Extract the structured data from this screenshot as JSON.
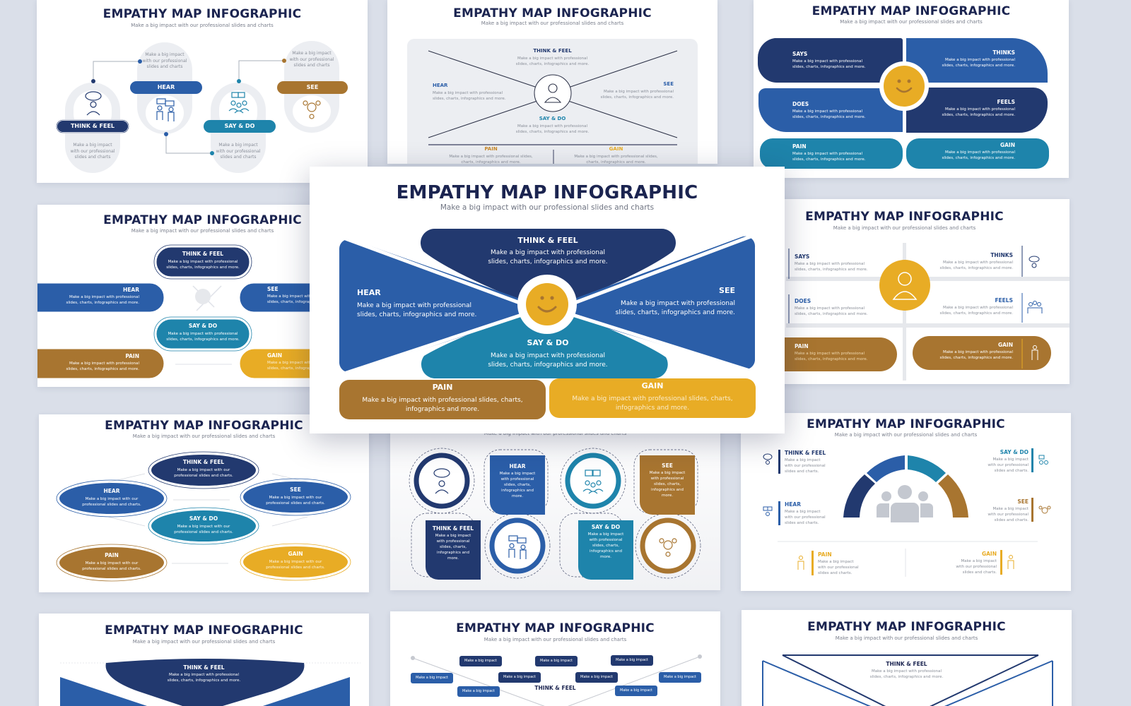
{
  "colors": {
    "navy": "#22396f",
    "blue": "#2b5ea8",
    "teal": "#1e84ab",
    "brown": "#a87530",
    "gold": "#e8ac25",
    "title": "#1b2450",
    "background": "#dadfe9",
    "panel": "#eceef2"
  },
  "common": {
    "title": "EMPATHY MAP INFOGRAPHIC",
    "subtitle": "Make a big impact with our professional slides and charts"
  },
  "slide1": {
    "think_feel": "THINK & FEEL",
    "hear": "HEAR",
    "say_do": "SAY & DO",
    "see": "SEE",
    "body_l1": "Make a big impact",
    "body_l2": "with our professional",
    "body_l3": "slides and charts"
  },
  "slide2": {
    "think_feel": "THINK & FEEL",
    "hear": "HEAR",
    "see": "SEE",
    "say_do": "SAY & DO",
    "pain": "PAIN",
    "gain": "GAIN",
    "body_l1": "Make a big impact with professional",
    "body_l2": "slides, charts, infographics and more.",
    "body_wide_l1": "Make a big impact with professional slides,",
    "body_wide_l2": "charts, infographics and more."
  },
  "slide3": {
    "says": "SAYS",
    "thinks": "THINKS",
    "does": "DOES",
    "feels": "FEELS",
    "pain": "PAIN",
    "gain": "GAIN",
    "body_l1": "Make a big impact with professional",
    "body_l2": "slides, charts, infographics and more."
  },
  "slide4": {
    "think_feel": "THINK & FEEL",
    "hear": "HEAR",
    "see": "SEE",
    "say_do": "SAY & DO",
    "pain": "PAIN",
    "gain": "GAIN",
    "body_l1": "Make a big impact with professional",
    "body_l2": "slides, charts, infographics and more."
  },
  "featured": {
    "title": "EMPATHY MAP INFOGRAPHIC",
    "subtitle": "Make a big impact with our professional slides and charts",
    "think_feel": {
      "label": "THINK & FEEL",
      "l1": "Make a big impact with professional",
      "l2": "slides, charts, infographics and more."
    },
    "hear": {
      "label": "HEAR",
      "l1": "Make a big impact with professional",
      "l2": "slides, charts, infographics and more."
    },
    "see": {
      "label": "SEE",
      "l1": "Make a big impact with professional",
      "l2": "slides, charts, infographics and more."
    },
    "say_do": {
      "label": "SAY & DO",
      "l1": "Make a big impact with professional",
      "l2": "slides, charts, infographics and more."
    },
    "pain": {
      "label": "PAIN",
      "l1": "Make a big impact with professional slides, charts,",
      "l2": "infographics and more."
    },
    "gain": {
      "label": "GAIN",
      "l1": "Make a big impact with professional slides, charts,",
      "l2": "infographics and more."
    }
  },
  "slide5": {
    "says": "SAYS",
    "thinks": "THINKS",
    "does": "DOES",
    "feels": "FEELS",
    "pain": "PAIN",
    "gain": "GAIN",
    "body_l1": "Make a big impact with professional",
    "body_l2": "slides, charts, infographics and more."
  },
  "slide6": {
    "think_feel": "THINK & FEEL",
    "hear": "HEAR",
    "see": "SEE",
    "say_do": "SAY & DO",
    "pain": "PAIN",
    "gain": "GAIN",
    "body_l1": "Make a big impact with our",
    "body_l2": "professional slides and charts."
  },
  "slide7": {
    "hear": "HEAR",
    "see": "SEE",
    "think_feel": "THINK & FEEL",
    "say_do": "SAY & DO",
    "b1": "Make a big impact",
    "b2": "with professional",
    "b3": "slides, charts,",
    "b4": "infographics and",
    "b5": "more."
  },
  "slide8": {
    "think_feel": "THINK & FEEL",
    "hear": "HEAR",
    "say_do": "SAY & DO",
    "see": "SEE",
    "pain": "PAIN",
    "gain": "GAIN",
    "body_l1": "Make a big impact",
    "body_l2": "with our professional",
    "body_l3": "slides and charts."
  },
  "slide9": {
    "think_feel": "THINK & FEEL",
    "body_l1": "Make a big impact with professional",
    "body_l2": "slides, charts, infographics and more."
  },
  "slide10": {
    "think_feel": "THINK & FEEL",
    "chip": "Make a big impact"
  },
  "slide11": {
    "think_feel": "THINK & FEEL",
    "body_l1": "Make a big impact with professional",
    "body_l2": "slides, charts, infographics and more."
  }
}
